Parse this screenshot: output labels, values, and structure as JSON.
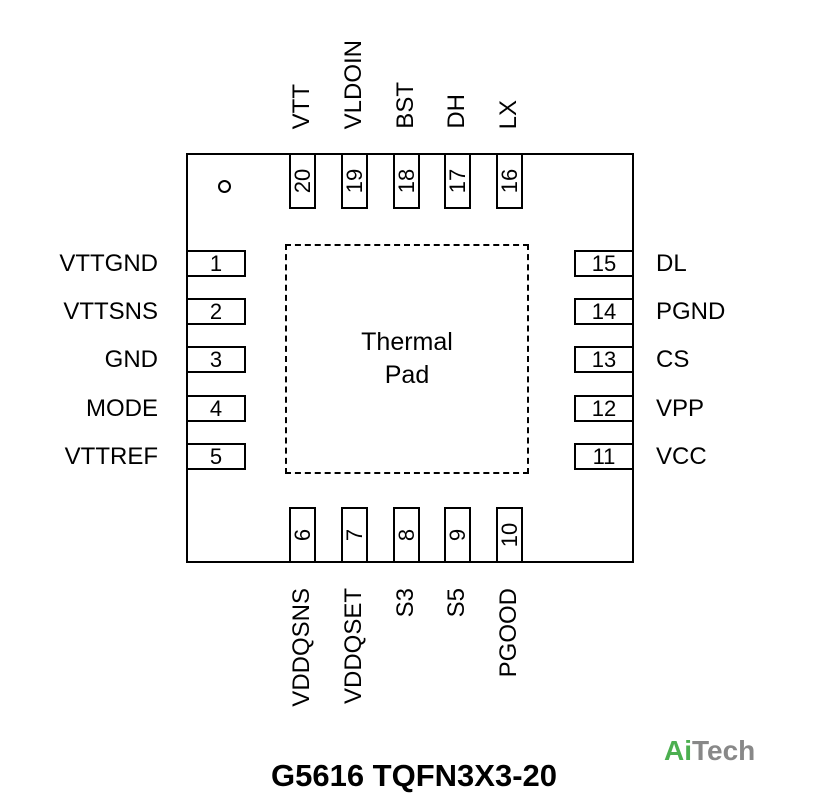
{
  "diagram": {
    "pad_label_line1": "Thermal",
    "pad_label_line2": "Pad",
    "caption": "G5616 TQFN3X3-20",
    "logo": {
      "prefix": "Ai",
      "suffix": "Tech",
      "prefix_color": "#4caf50",
      "suffix_color": "#888888"
    },
    "left_pins": [
      {
        "num": "1",
        "name": "VTTGND"
      },
      {
        "num": "2",
        "name": "VTTSNS"
      },
      {
        "num": "3",
        "name": "GND"
      },
      {
        "num": "4",
        "name": "MODE"
      },
      {
        "num": "5",
        "name": "VTTREF"
      }
    ],
    "right_pins": [
      {
        "num": "15",
        "name": "DL"
      },
      {
        "num": "14",
        "name": "PGND"
      },
      {
        "num": "13",
        "name": "CS"
      },
      {
        "num": "12",
        "name": "VPP"
      },
      {
        "num": "11",
        "name": "VCC"
      }
    ],
    "top_pins": [
      {
        "num": "20",
        "name": "VTT"
      },
      {
        "num": "19",
        "name": "VLDOIN"
      },
      {
        "num": "18",
        "name": "BST"
      },
      {
        "num": "17",
        "name": "DH"
      },
      {
        "num": "16",
        "name": "LX"
      }
    ],
    "bottom_pins": [
      {
        "num": "6",
        "name": "VDDQSNS"
      },
      {
        "num": "7",
        "name": "VDDQSET"
      },
      {
        "num": "8",
        "name": "S3"
      },
      {
        "num": "9",
        "name": "S5"
      },
      {
        "num": "10",
        "name": "PGOOD"
      }
    ]
  }
}
